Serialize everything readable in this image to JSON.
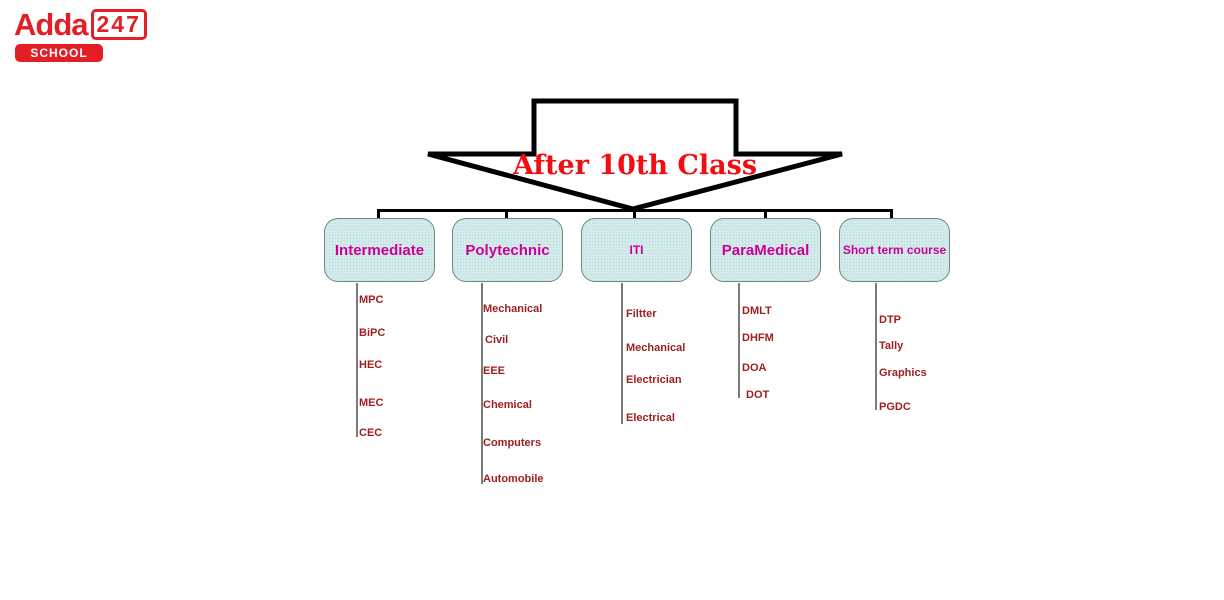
{
  "logo": {
    "brand": "Adda",
    "number": "247",
    "subtitle": "SCHOOL"
  },
  "diagram": {
    "title": "After 10th Class",
    "columns": [
      {
        "label": "Intermediate",
        "items": [
          "MPC",
          "BiPC",
          "HEC",
          "MEC",
          "CEC"
        ]
      },
      {
        "label": "Polytechnic",
        "items": [
          "Mechanical",
          "Civil",
          "EEE",
          "Chemical",
          "Computers",
          "Automobile"
        ]
      },
      {
        "label": "ITI",
        "items": [
          "Filtter",
          "Mechanical",
          "Electrician",
          "Electrical"
        ]
      },
      {
        "label": "ParaMedical",
        "items": [
          "DMLT",
          "DHFM",
          "DOA",
          "DOT"
        ]
      },
      {
        "label": "Short term course",
        "items": [
          "DTP",
          "Tally",
          "Graphics",
          "PGDC"
        ]
      }
    ]
  },
  "colors": {
    "title_red": "#f20d12",
    "label_magenta": "#cc0099",
    "item_red": "#9e1e1e",
    "box_fill": "#d2eaea",
    "box_border": "#6e8486",
    "stem_gray": "#7b7b7b",
    "arrow_black": "#000000",
    "logo_red": "#e41e26"
  }
}
